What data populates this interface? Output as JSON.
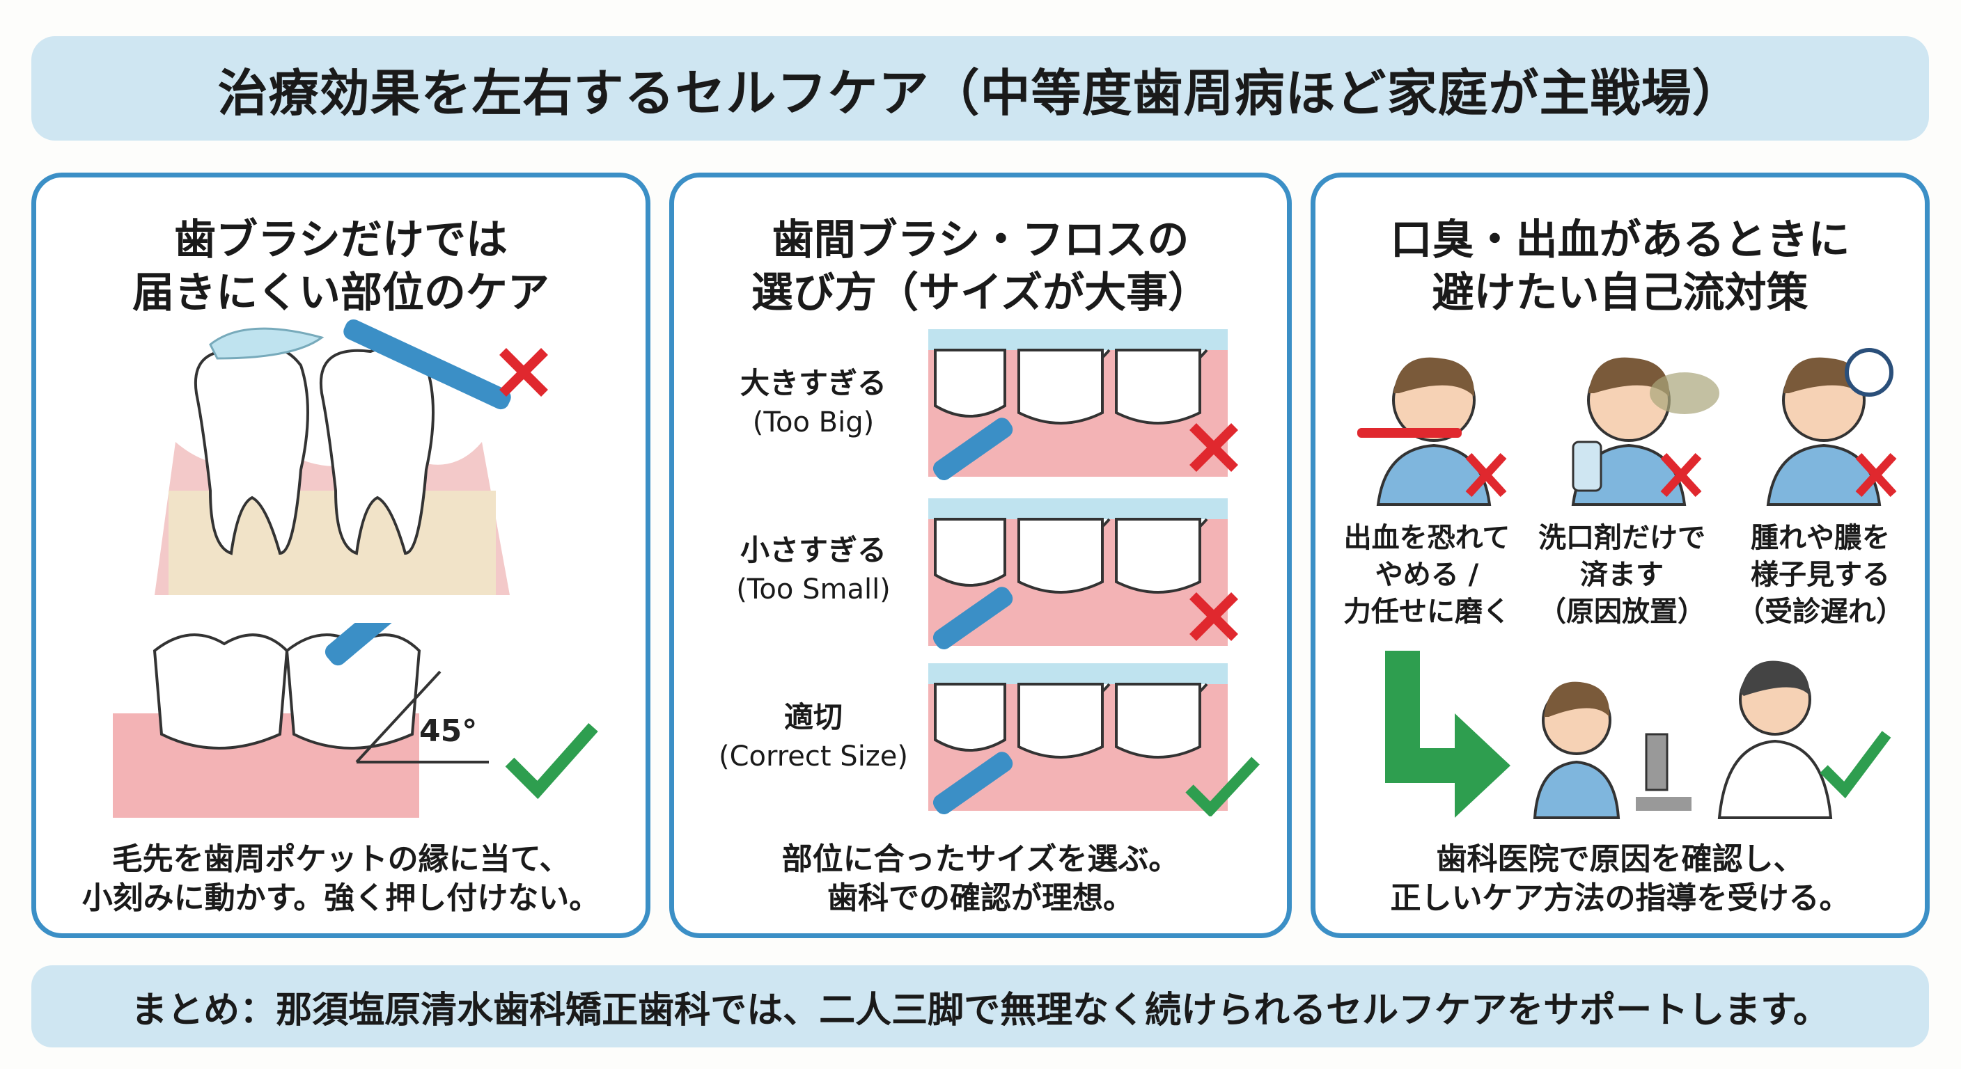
{
  "title": "治療効果を左右するセルフケア（中等度歯周病ほど家庭が主戦場）",
  "colors": {
    "accent_blue": "#3b8fc6",
    "bar_bg": "#cfe6f2",
    "check_green": "#2e9e4f",
    "cross_red": "#e0282e",
    "gum_pink": "#f3b3b5"
  },
  "panels": [
    {
      "title_lines": [
        "歯ブラシだけでは",
        "届きにくい部位のケア"
      ],
      "angle_label": "45°",
      "footer_lines": [
        "毛先を歯周ポケットの縁に当て、",
        "小刻みに動かす。強く押し付けない。"
      ]
    },
    {
      "title_lines": [
        "歯間ブラシ・フロスの",
        "選び方（サイズが大事）"
      ],
      "rows": [
        {
          "label": "大きすぎる",
          "en": "(Too Big)",
          "verdict": "cross"
        },
        {
          "label": "小さすぎる",
          "en": "(Too Small)",
          "verdict": "cross"
        },
        {
          "label": "適切",
          "en": "(Correct Size)",
          "verdict": "check"
        }
      ],
      "footer_lines": [
        "部位に合ったサイズを選ぶ。",
        "歯科での確認が理想。"
      ]
    },
    {
      "title_lines": [
        "口臭・出血があるときに",
        "避けたい自己流対策"
      ],
      "items": [
        {
          "lines": [
            "出血を恐れて",
            "やめる /",
            "力任せに磨く"
          ],
          "icon": "toothbrush-bleeding"
        },
        {
          "lines": [
            "洗口剤だけで",
            "済ます",
            "（原因放置）"
          ],
          "icon": "mouthwash"
        },
        {
          "lines": [
            "腫れや膿を",
            "様子見する",
            "（受診遅れ）"
          ],
          "icon": "clock"
        }
      ],
      "footer_lines": [
        "歯科医院で原因を確認し、",
        "正しいケア方法の指導を受ける。"
      ]
    }
  ],
  "summary": "まとめ：那須塩原清水歯科矯正歯科では、二人三脚で無理なく続けられるセルフケアをサポートします。"
}
